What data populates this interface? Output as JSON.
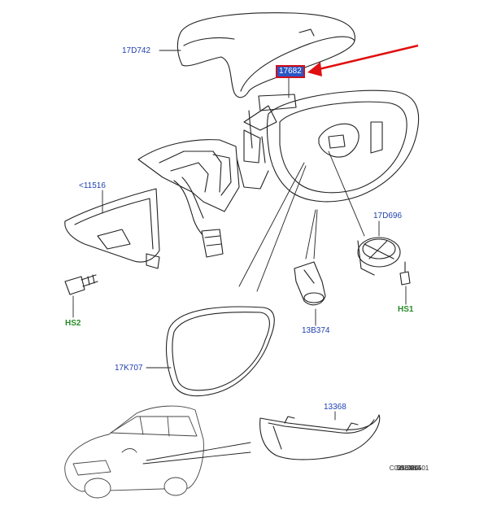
{
  "labels": {
    "p17d742": "17D742",
    "p17682": "17682",
    "p11516": "<11516",
    "p17d696": "17D696",
    "hs2": "HS2",
    "hs1": "HS1",
    "p13b374": "13B374",
    "p17k707": "17K707",
    "p13368": "13368"
  },
  "meta": {
    "line1": "5010905",
    "line2": "39-2014",
    "line3": "LX",
    "line4": "C0256060-01"
  },
  "colors": {
    "label_blue": "#1f3fb0",
    "label_green": "#2a8a2a",
    "highlight_fill": "#2a56c6",
    "highlight_border": "#d0101a",
    "arrow_red": "#e01010"
  }
}
